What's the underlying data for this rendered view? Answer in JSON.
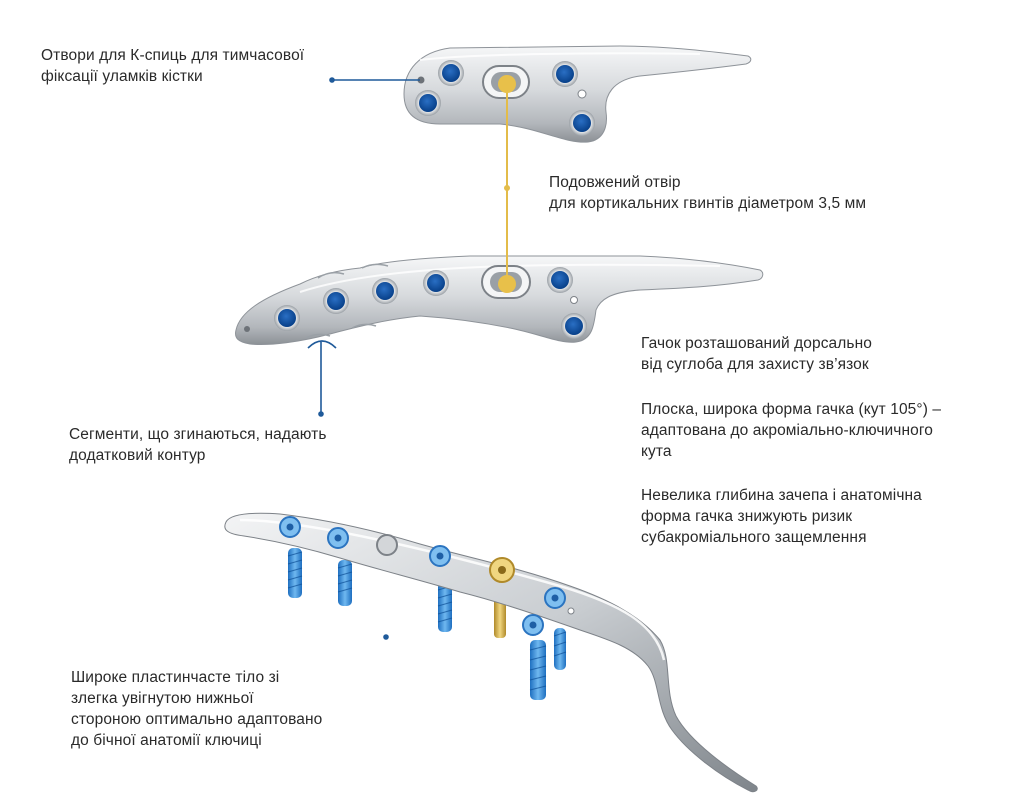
{
  "annotations": {
    "kwire_holes": {
      "lines": [
        "Отвори для К-спиць для тимчасової",
        "фіксації уламків кістки"
      ]
    },
    "elongated_hole": {
      "lines": [
        "Подовжений отвір",
        "для  кортикальних гвинтів діаметром 3,5 мм"
      ]
    },
    "hook_position": {
      "lines": [
        "Гачок розташований дорсально",
        "від суглоба для захисту зв’язок"
      ]
    },
    "hook_shape": {
      "lines": [
        "Плоска, широка форма гачка (кут 105°) –",
        "адаптована до акроміально-ключичного",
        "кута"
      ]
    },
    "hook_depth": {
      "lines": [
        "Невелика глибина зачепа і анатомічна",
        "форма гачка знижують ризик",
        "субакроміального защемлення"
      ]
    },
    "bendable_segments": {
      "lines": [
        "Сегменти, що згинаються, надають",
        "додатковий контур"
      ]
    },
    "plate_body": {
      "lines": [
        "Широке пластинчасте тіло зі",
        "злегка увігнутою нижньої",
        "стороною оптимально адаптовано",
        "до бічної анатомії ключиці"
      ]
    }
  },
  "colors": {
    "text": "#2a2a2a",
    "leader_blue": "#1f5a9a",
    "leader_gold": "#e3bc4a",
    "hole_blue": "#0b4fa3",
    "screw_blue": "#3a8fd8",
    "screw_gold": "#d6b04a",
    "metal_light": "#eef0f2",
    "metal_dark": "#8e9399"
  }
}
